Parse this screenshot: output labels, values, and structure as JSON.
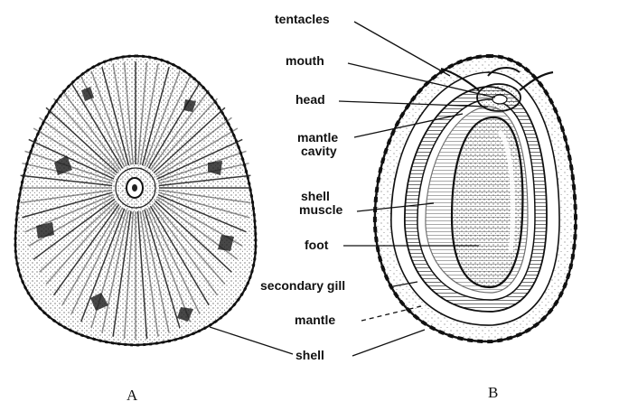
{
  "figure": {
    "labels": {
      "tentacles": "tentacles",
      "mouth": "mouth",
      "head": "head",
      "mantle_cavity_1": "mantle",
      "mantle_cavity_2": "cavity",
      "shell_muscle_1": "shell",
      "shell_muscle_2": "muscle",
      "foot": "foot",
      "secondary_gill": "secondary gill",
      "mantle": "mantle",
      "shell": "shell"
    },
    "captions": {
      "a": "A",
      "b": "B"
    }
  }
}
